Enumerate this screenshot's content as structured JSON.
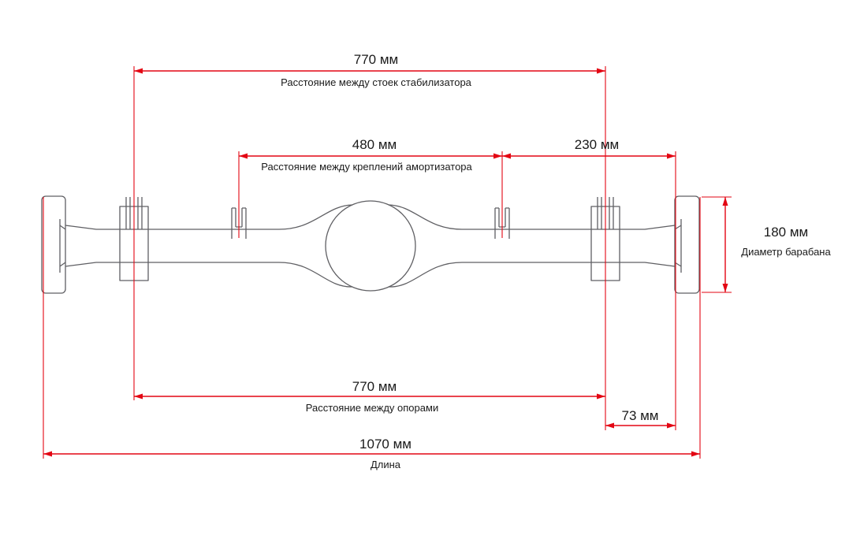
{
  "colors": {
    "dimension": "#e30613",
    "drawing": "#5f5f63",
    "text": "#1a1a1a",
    "background": "#ffffff"
  },
  "unit": "мм",
  "dimensions": {
    "stabilizer": {
      "value": "770 мм",
      "label": "Расстояние между стоек стабилизатора"
    },
    "shock": {
      "value": "480 мм",
      "label": "Расстояние между креплений амортизатора"
    },
    "shock_to_drum": {
      "value": "230 мм"
    },
    "drum_diameter": {
      "value": "180 мм",
      "label": "Диаметр барабана"
    },
    "supports": {
      "value": "770 мм",
      "label": "Расстояние между опорами"
    },
    "support_to_drum": {
      "value": "73 мм"
    },
    "length": {
      "value": "1070 мм",
      "label": "Длина"
    }
  }
}
